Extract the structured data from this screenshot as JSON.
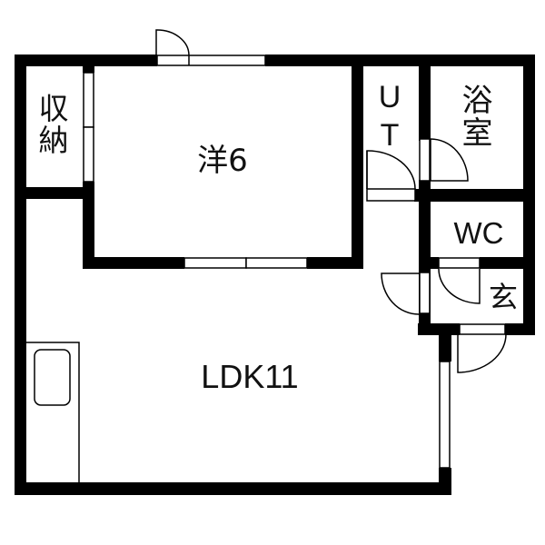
{
  "floor_plan": {
    "rooms": [
      {
        "id": "storage",
        "label": "収納"
      },
      {
        "id": "western_room",
        "label": "洋6"
      },
      {
        "id": "utility",
        "label": "UT"
      },
      {
        "id": "bathroom",
        "label": "浴室"
      },
      {
        "id": "toilet",
        "label": "WC"
      },
      {
        "id": "entrance",
        "label": "玄"
      },
      {
        "id": "ldk",
        "label": "LDK11"
      }
    ],
    "colors": {
      "wall": "#000000",
      "background": "#ffffff",
      "line": "#000000"
    },
    "fixtures": [
      {
        "id": "kitchen_sink",
        "type": "sink"
      },
      {
        "id": "balcony_door",
        "type": "swing-door"
      },
      {
        "id": "entrance_door",
        "type": "swing-door"
      }
    ]
  }
}
